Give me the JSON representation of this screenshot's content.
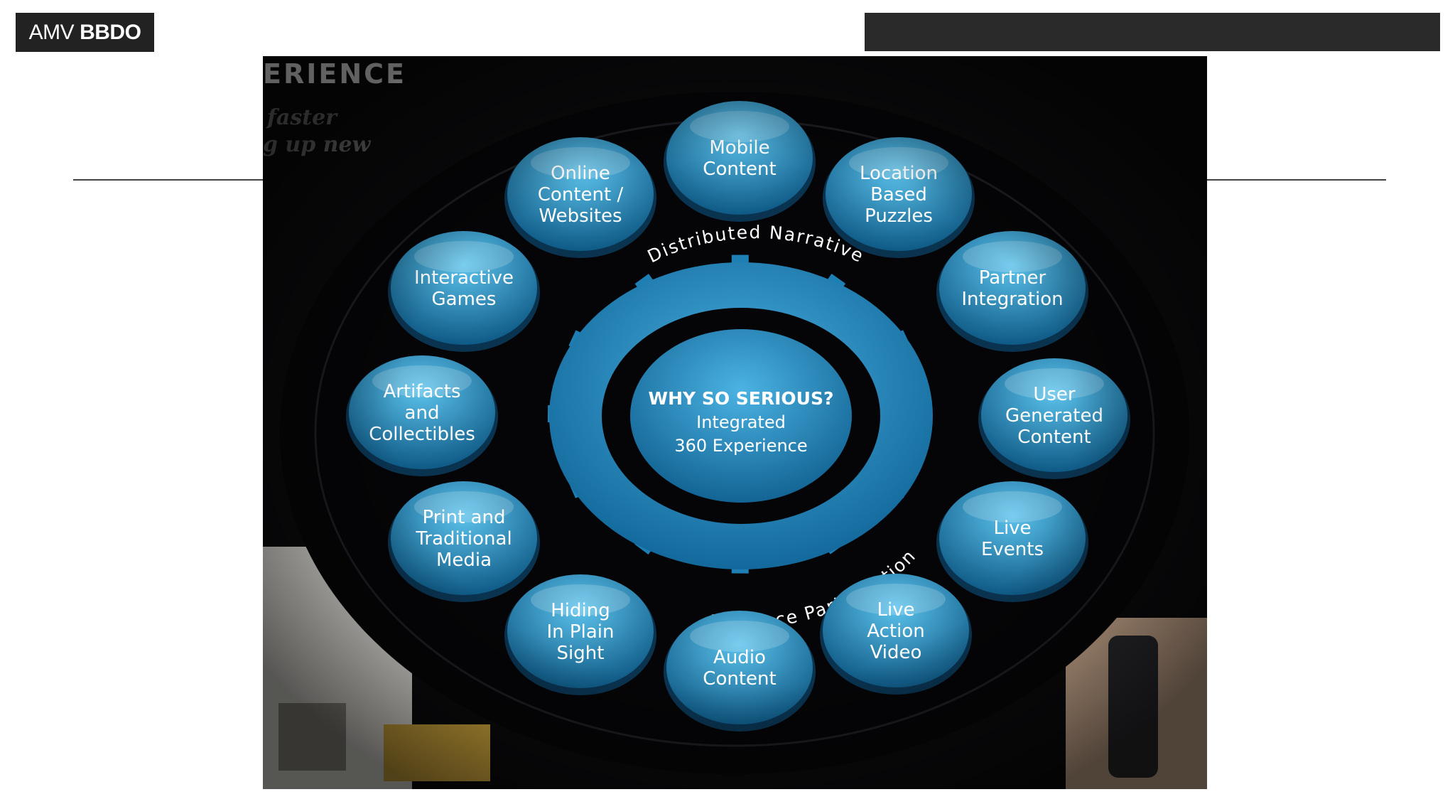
{
  "header": {
    "logo_light": "AMV",
    "logo_bold": "BBDO"
  },
  "image": {
    "bg_title": "ERIENCE",
    "bg_sub_1": "faster",
    "bg_sub_2": "g up new",
    "ring_top": "Distributed Narrative",
    "ring_bottom": "Audience Participation",
    "center": {
      "title": "WHY SO SERIOUS?",
      "line1": "Integrated",
      "line2": "360 Experience"
    },
    "bubbles": [
      {
        "lines": [
          "Mobile",
          "Content"
        ]
      },
      {
        "lines": [
          "Location",
          "Based",
          "Puzzles"
        ]
      },
      {
        "lines": [
          "Partner",
          "Integration"
        ]
      },
      {
        "lines": [
          "User",
          "Generated",
          "Content"
        ]
      },
      {
        "lines": [
          "Live",
          "Events"
        ]
      },
      {
        "lines": [
          "Live",
          "Action",
          "Video"
        ]
      },
      {
        "lines": [
          "Audio",
          "Content"
        ]
      },
      {
        "lines": [
          "Hiding",
          "In Plain",
          "Sight"
        ]
      },
      {
        "lines": [
          "Print and",
          "Traditional",
          "Media"
        ]
      },
      {
        "lines": [
          "Artifacts",
          "and",
          "Collectibles"
        ]
      },
      {
        "lines": [
          "Interactive",
          "Games"
        ]
      },
      {
        "lines": [
          "Online",
          "Content /",
          "Websites"
        ]
      }
    ],
    "colors": {
      "bubble_light": "#5cc3ec",
      "bubble_dark": "#0f5a86",
      "ring": "#2d93c9",
      "arrow": "#1e7fb5",
      "background": "#0a0a0c"
    }
  }
}
